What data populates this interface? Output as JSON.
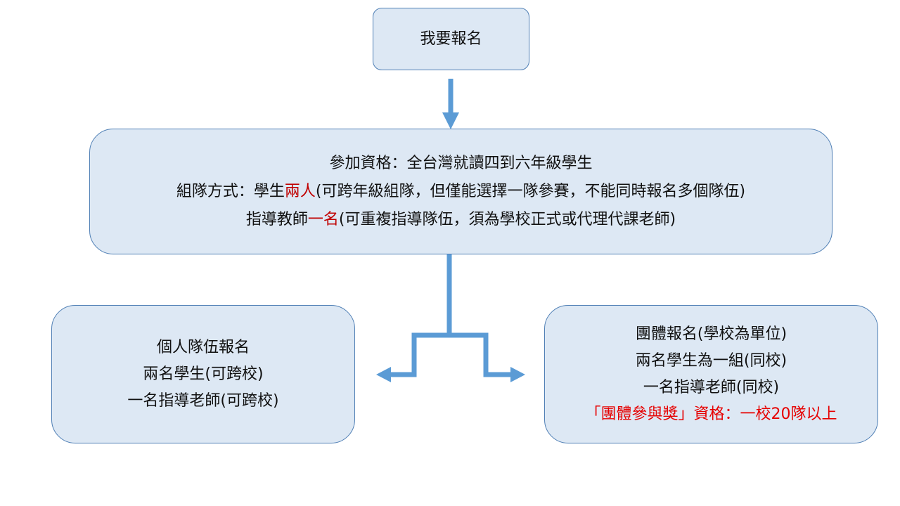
{
  "top_box": {
    "text": "我要報名"
  },
  "main_box": {
    "line1": "參加資格：全台灣就讀四到六年級學生",
    "line2_prefix": "組隊方式：學生",
    "line2_highlight": "兩人",
    "line2_suffix": "(可跨年級組隊，但僅能選擇一隊參賽，不能同時報名多個隊伍)",
    "line3_prefix": "指導教師",
    "line3_highlight": "一名",
    "line3_suffix": "(可重複指導隊伍，須為學校正式或代理代課老師)"
  },
  "left_box": {
    "line1": "個人隊伍報名",
    "line2": "兩名學生(可跨校)",
    "line3": "一名指導老師(可跨校)"
  },
  "right_box": {
    "line1": "團體報名(學校為單位)",
    "line2": "兩名學生為一組(同校)",
    "line3": "一名指導老師(同校)",
    "line4": "「團體參與獎」資格：一校20隊以上"
  },
  "colors": {
    "box_fill": "#dde8f4",
    "box_border": "#4f7fb5",
    "connector": "#5b9bd5",
    "highlight_red": "#c00000",
    "alert_red": "#e60000"
  }
}
